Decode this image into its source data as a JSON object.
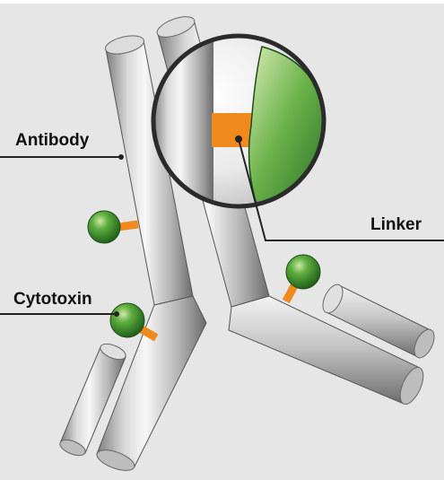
{
  "diagram": {
    "labels": {
      "antibody": "Antibody",
      "cytotoxin": "Cytotoxin",
      "linker": "Linker"
    },
    "colors": {
      "background_panel": "#e6e6e6",
      "antibody_gray": "#a9a9a9",
      "linker_orange": "#f08a1c",
      "cytotoxin_green": "#2f8a2a",
      "outline": "#2b2b2b"
    }
  }
}
